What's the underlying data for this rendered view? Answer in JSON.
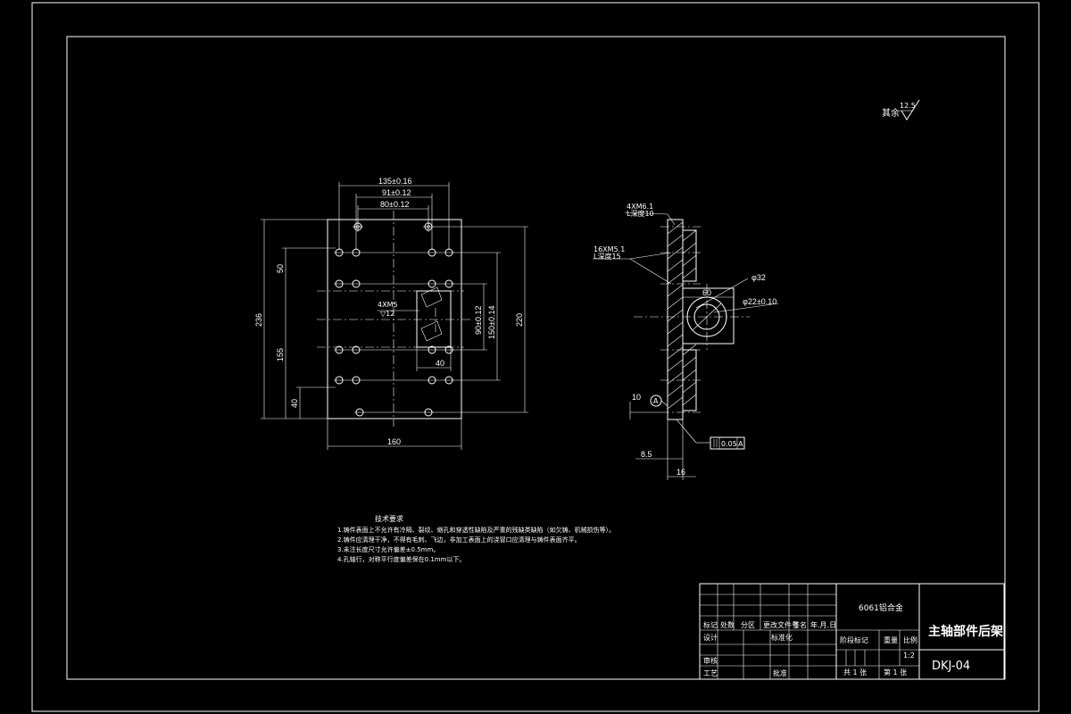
{
  "roughness": {
    "prefix": "其余",
    "value": "12.5"
  },
  "front_view_dims": {
    "w135": "135±0.16",
    "w91": "91±0.12",
    "w80": "80±0.12",
    "h236": "236",
    "h50": "50",
    "h155": "155",
    "h40": "40",
    "h90": "90±0.12",
    "h150": "150±0.14",
    "h220": "220",
    "w40": "40",
    "w160": "160",
    "hole_callout_a": "4XM5",
    "hole_callout_b": "▽12"
  },
  "side_view_dims": {
    "callout_top_a": "4XM6.1",
    "callout_top_b": "L深度10",
    "callout_mid_a": "16XM5.1",
    "callout_mid_b": "L深度15",
    "d32": "φ32",
    "w60": "60",
    "d22": "φ22±0.10",
    "h10": "10",
    "datum": "A",
    "tolerance": "0.05",
    "tolerance_datum": "A",
    "w8_5": "8.5",
    "w16": "16"
  },
  "tech_notes": {
    "title": "技术要求",
    "items": [
      "1.铸件表面上不允许有冷隔、裂纹、缩孔和穿透性缺陷及严重的残缺类缺陷（如欠铸、机械损伤等）。",
      "2.铸件应清理干净，不得有毛刺、飞边，非加工表面上的浇冒口应清理与铸件表面齐平。",
      "3.未注长度尺寸允许偏差±0.5mm。",
      "4.孔轴行，对称平行度偏差保在0.1mm以下。"
    ]
  },
  "title_block": {
    "material": "6061铝合金",
    "part_name": "主轴部件后架",
    "drawing_no": "DKJ-04",
    "scale": "1:2",
    "sheet_total": "共 1 张",
    "sheet_no": "第 1 张",
    "col_labels": [
      "标记",
      "处数",
      "分区",
      "更改文件号",
      "签名",
      "年.月.日"
    ],
    "row_design": "设计",
    "row_standard": "标准化",
    "stage_labels": [
      "阶段标记",
      "重量",
      "比例"
    ],
    "row_review": "审核",
    "row_process": "工艺",
    "row_approve": "批准"
  }
}
